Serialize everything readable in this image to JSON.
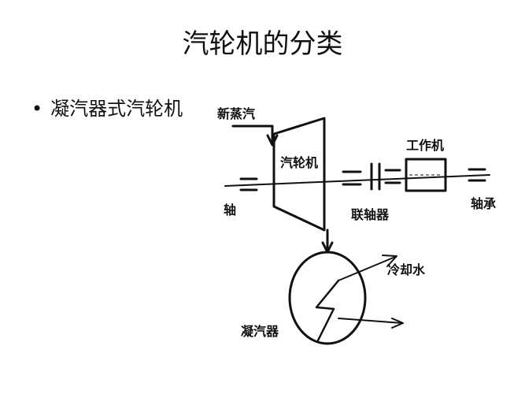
{
  "slide": {
    "title": "汽轮机的分类",
    "bullet": "凝汽器式汽轮机"
  },
  "diagram": {
    "labels": {
      "fresh_steam": "新蒸汽",
      "turbine": "汽轮机",
      "shaft": "轴",
      "coupling": "联轴器",
      "work_machine": "工作机",
      "bearing": "轴承",
      "cooling_water": "冷却水",
      "condenser": "凝汽器"
    }
  }
}
